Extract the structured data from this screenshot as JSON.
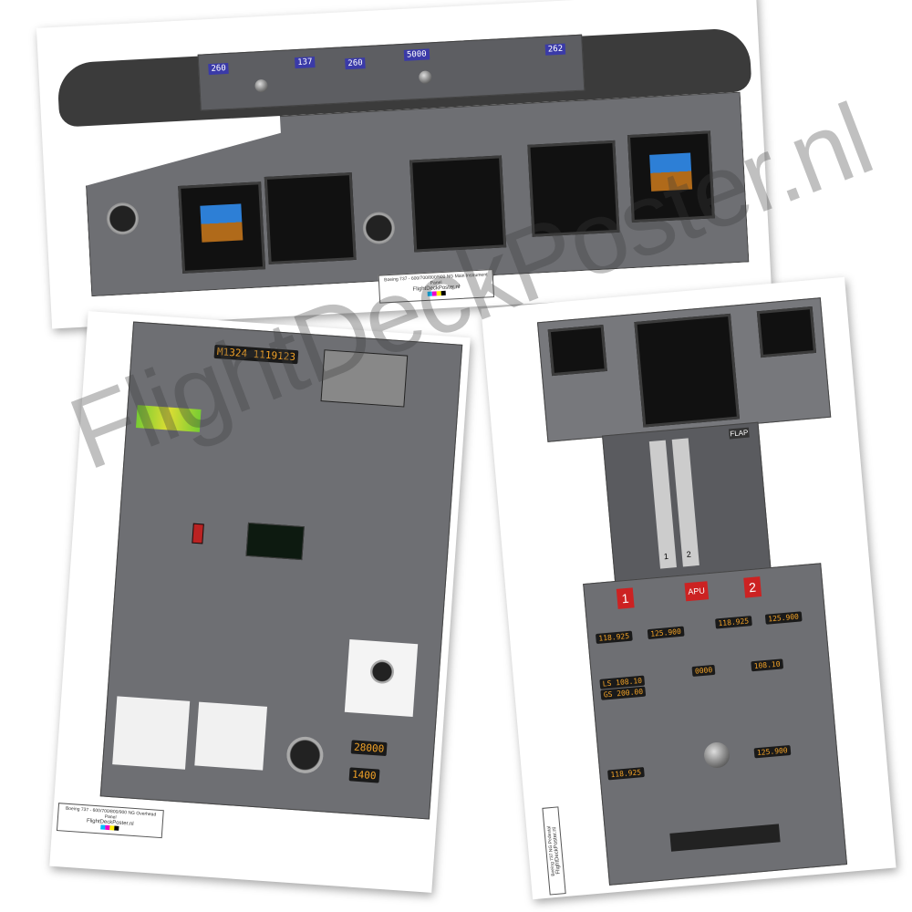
{
  "watermark": "FlightDeckPoster.nl",
  "posters": {
    "main_panel": {
      "label_title": "Boeing 737 - 600/700/800/900 NG Main Instrument Panel",
      "label_brand": "FlightDeckPoster.nl",
      "mcp": {
        "course_left": "260",
        "ias": "137",
        "heading": "260",
        "altitude": "5000",
        "course_right": "262"
      }
    },
    "overhead_panel": {
      "label_title": "Boeing 737 - 600/700/800/900 NG Overhead Panel",
      "label_brand": "FlightDeckPoster.nl",
      "clock_display": "M1324 1119123",
      "cabin_alt": "28000",
      "landing_alt": "1400"
    },
    "pedestal": {
      "label_title": "Boeing 737 NG Pedestal",
      "label_brand": "FlightDeckPoster.nl",
      "engine_1": "1",
      "engine_2": "2",
      "apu": "APU",
      "flap_label": "FLAP",
      "thrust_1": "1",
      "thrust_2": "2",
      "com_left_active": "118.925",
      "com_left_standby": "125.900",
      "com_right_active": "118.925",
      "com_right_standby": "125.900",
      "nav_left": "LS 108.10",
      "nav_left_2": "GS 200.00",
      "transponder": "0000",
      "adf": "108.10",
      "com3_active": "118.925",
      "com3_standby": "125.900"
    }
  }
}
